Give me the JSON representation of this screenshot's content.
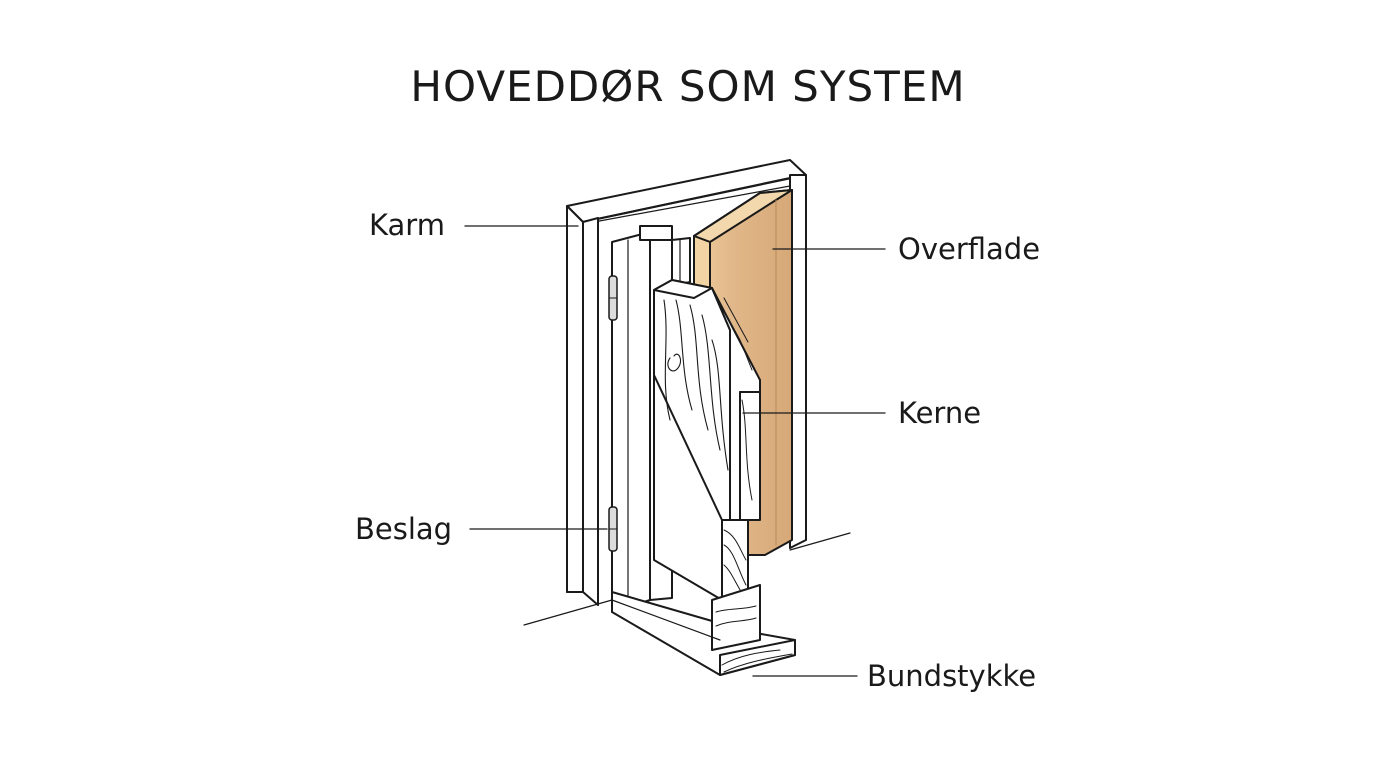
{
  "title": "HOVEDDØR SOM SYSTEM",
  "labels": {
    "karm": "Karm",
    "beslag": "Beslag",
    "overflade": "Overflade",
    "kerne": "Kerne",
    "bundstykke": "Bundstykke"
  },
  "colors": {
    "line": "#1a1a1a",
    "veneer_light": "#f0cf9e",
    "veneer": "#deb48a",
    "veneer_dark": "#c99565",
    "frame": "#ffffff",
    "hinge": "#d9d9d9"
  }
}
